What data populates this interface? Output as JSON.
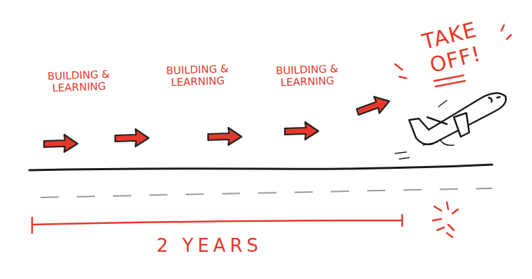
{
  "diagram": {
    "labels": [
      "BUILDING & LEARNING",
      "BUILDING & LEARNING",
      "BUILDING & LEARNING",
      "TAKE OFF!",
      "2 YEARS"
    ]
  }
}
